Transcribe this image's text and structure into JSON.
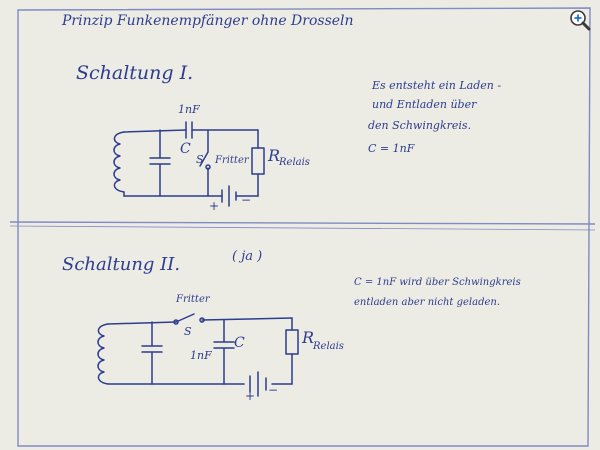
{
  "header": {
    "title": "Prinzip Funkenempfänger ohne Drosseln"
  },
  "circuit1": {
    "heading": "Schaltung I.",
    "capacitor_value": "1nF",
    "capacitor_label": "C",
    "switch_label": "S",
    "fritter_label": "Fritter",
    "relay_label": "R",
    "relay_subscript": "Relais",
    "plus_label": "+",
    "minus_label": "−",
    "note_lines": [
      "Es entsteht ein Laden -",
      "und Entladen über",
      "den Schwingkreis.",
      "C = 1nF"
    ]
  },
  "circuit2": {
    "heading": "Schaltung II.",
    "heading_note": "( ja )",
    "fritter_label": "Fritter",
    "switch_label": "S",
    "capacitor_value": "1nF",
    "capacitor_label": "C",
    "relay_label": "R",
    "relay_subscript": "Relais",
    "plus_label": "+",
    "minus_label": "−",
    "note_lines": [
      "C = 1nF wird über Schwingkreis",
      "entladen aber nicht geladen."
    ]
  },
  "colors": {
    "ink": "#2d3d8f",
    "paper": "#ecebe4",
    "frame": "#7f8bc4"
  },
  "icons": {
    "zoom": "zoom-in-icon"
  }
}
